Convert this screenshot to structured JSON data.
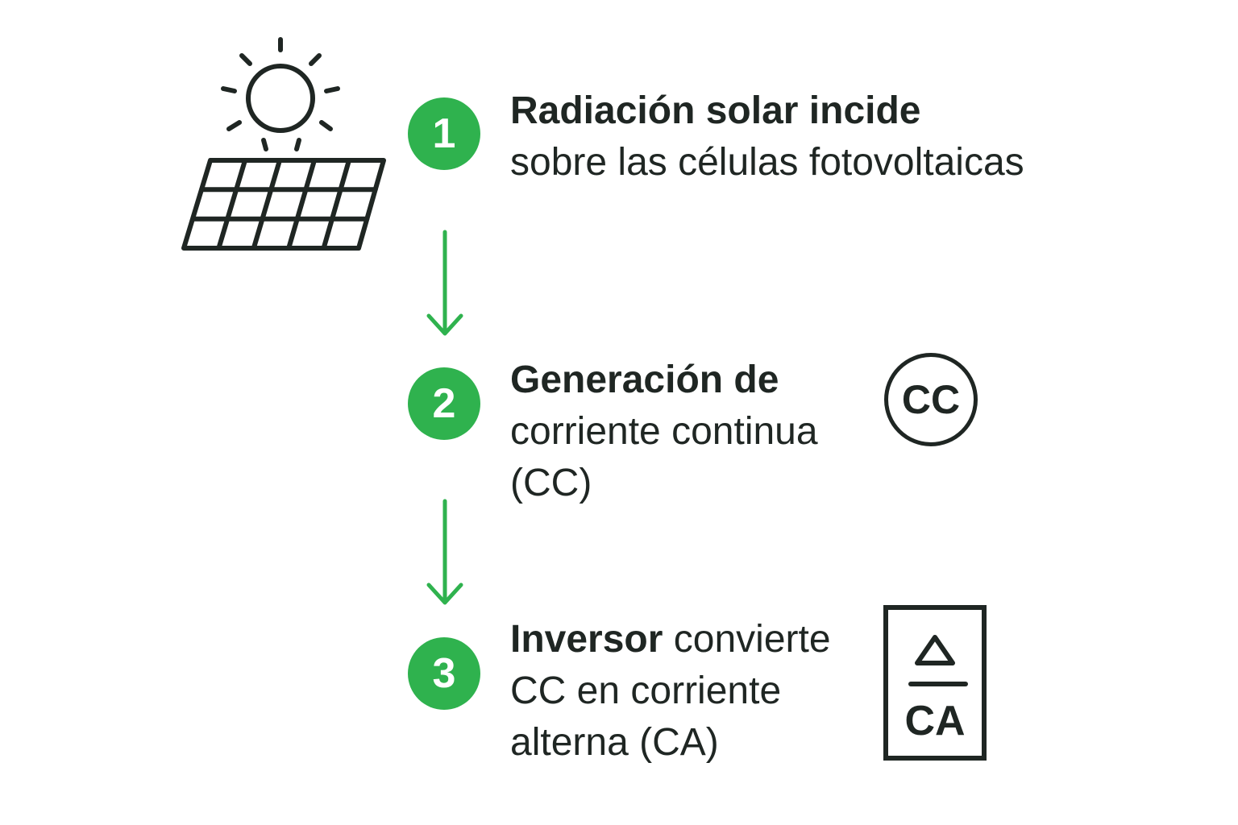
{
  "steps": [
    {
      "number": "1",
      "title_bold": "Radiación solar incide",
      "line2": "sobre las células fotovoltaicas"
    },
    {
      "number": "2",
      "title_bold": "Generación de",
      "line2": "corriente continua",
      "line3": "(CC)",
      "icon_label": "CC"
    },
    {
      "number": "3",
      "title_bold": "Inversor",
      "title_rest": " convierte",
      "line2": "CC en corriente",
      "line3": "alterna (CA)",
      "icon_label": "CA"
    }
  ],
  "colors": {
    "accent": "#2fb24e",
    "ink": "#1f2623",
    "background": "#ffffff"
  },
  "icons": [
    "sun-icon",
    "solar-panel-icon",
    "down-arrow-icon",
    "cc-circle-icon",
    "inverter-ca-icon"
  ]
}
